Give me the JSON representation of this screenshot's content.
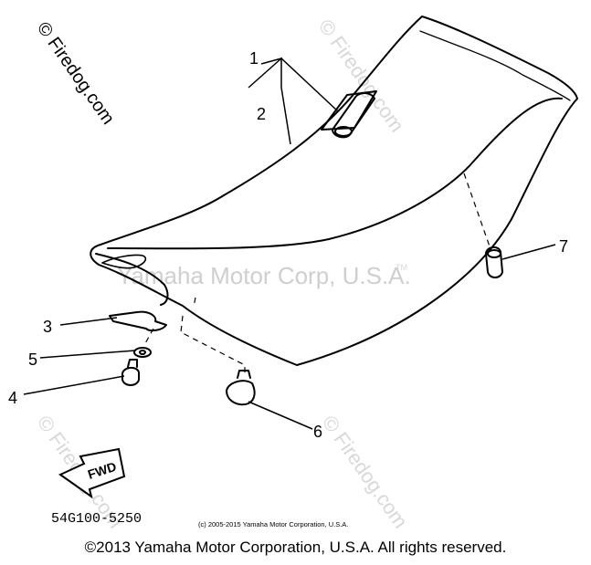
{
  "watermarks": {
    "site": "© Firedog.com",
    "trademark": "Yamaha Motor Corp, U.S.A.",
    "tm": "TM"
  },
  "callouts": [
    "1",
    "2",
    "3",
    "4",
    "5",
    "6",
    "7"
  ],
  "fwd_label": "FWD",
  "part_number": "54G100-5250",
  "diagram_copyright": "(c) 2005-2015 Yamaha Motor Corporation, U.S.A.",
  "footer_copyright": "©2013 Yamaha Motor Corporation, U.S.A. All rights reserved."
}
